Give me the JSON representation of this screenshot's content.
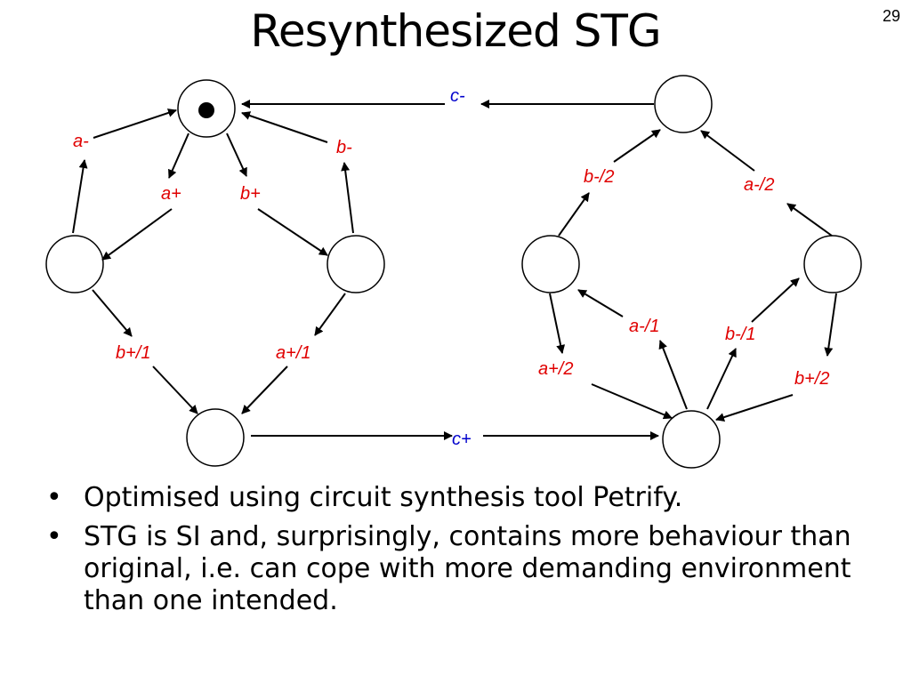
{
  "slide": {
    "title": "Resynthesized STG",
    "number": "29"
  },
  "diagram": {
    "left_net": {
      "transitions": [
        "a-",
        "b-",
        "a+",
        "b+",
        "b+/1",
        "a+/1"
      ]
    },
    "right_net": {
      "transitions": [
        "b-/2",
        "a-/2",
        "a-/1",
        "b-/1",
        "a+/2",
        "b+/2"
      ]
    },
    "cross_transitions": [
      "c-",
      "c+"
    ],
    "colors": {
      "transition": "#e00000",
      "cross_transition": "#0000cc",
      "arc": "#000000"
    }
  },
  "bullets": [
    "Optimised using circuit synthesis tool Petrify.",
    "STG is SI and, surprisingly, contains more behaviour than original, i.e. can cope with more demanding environment than one intended."
  ],
  "bullet_marker": "•"
}
